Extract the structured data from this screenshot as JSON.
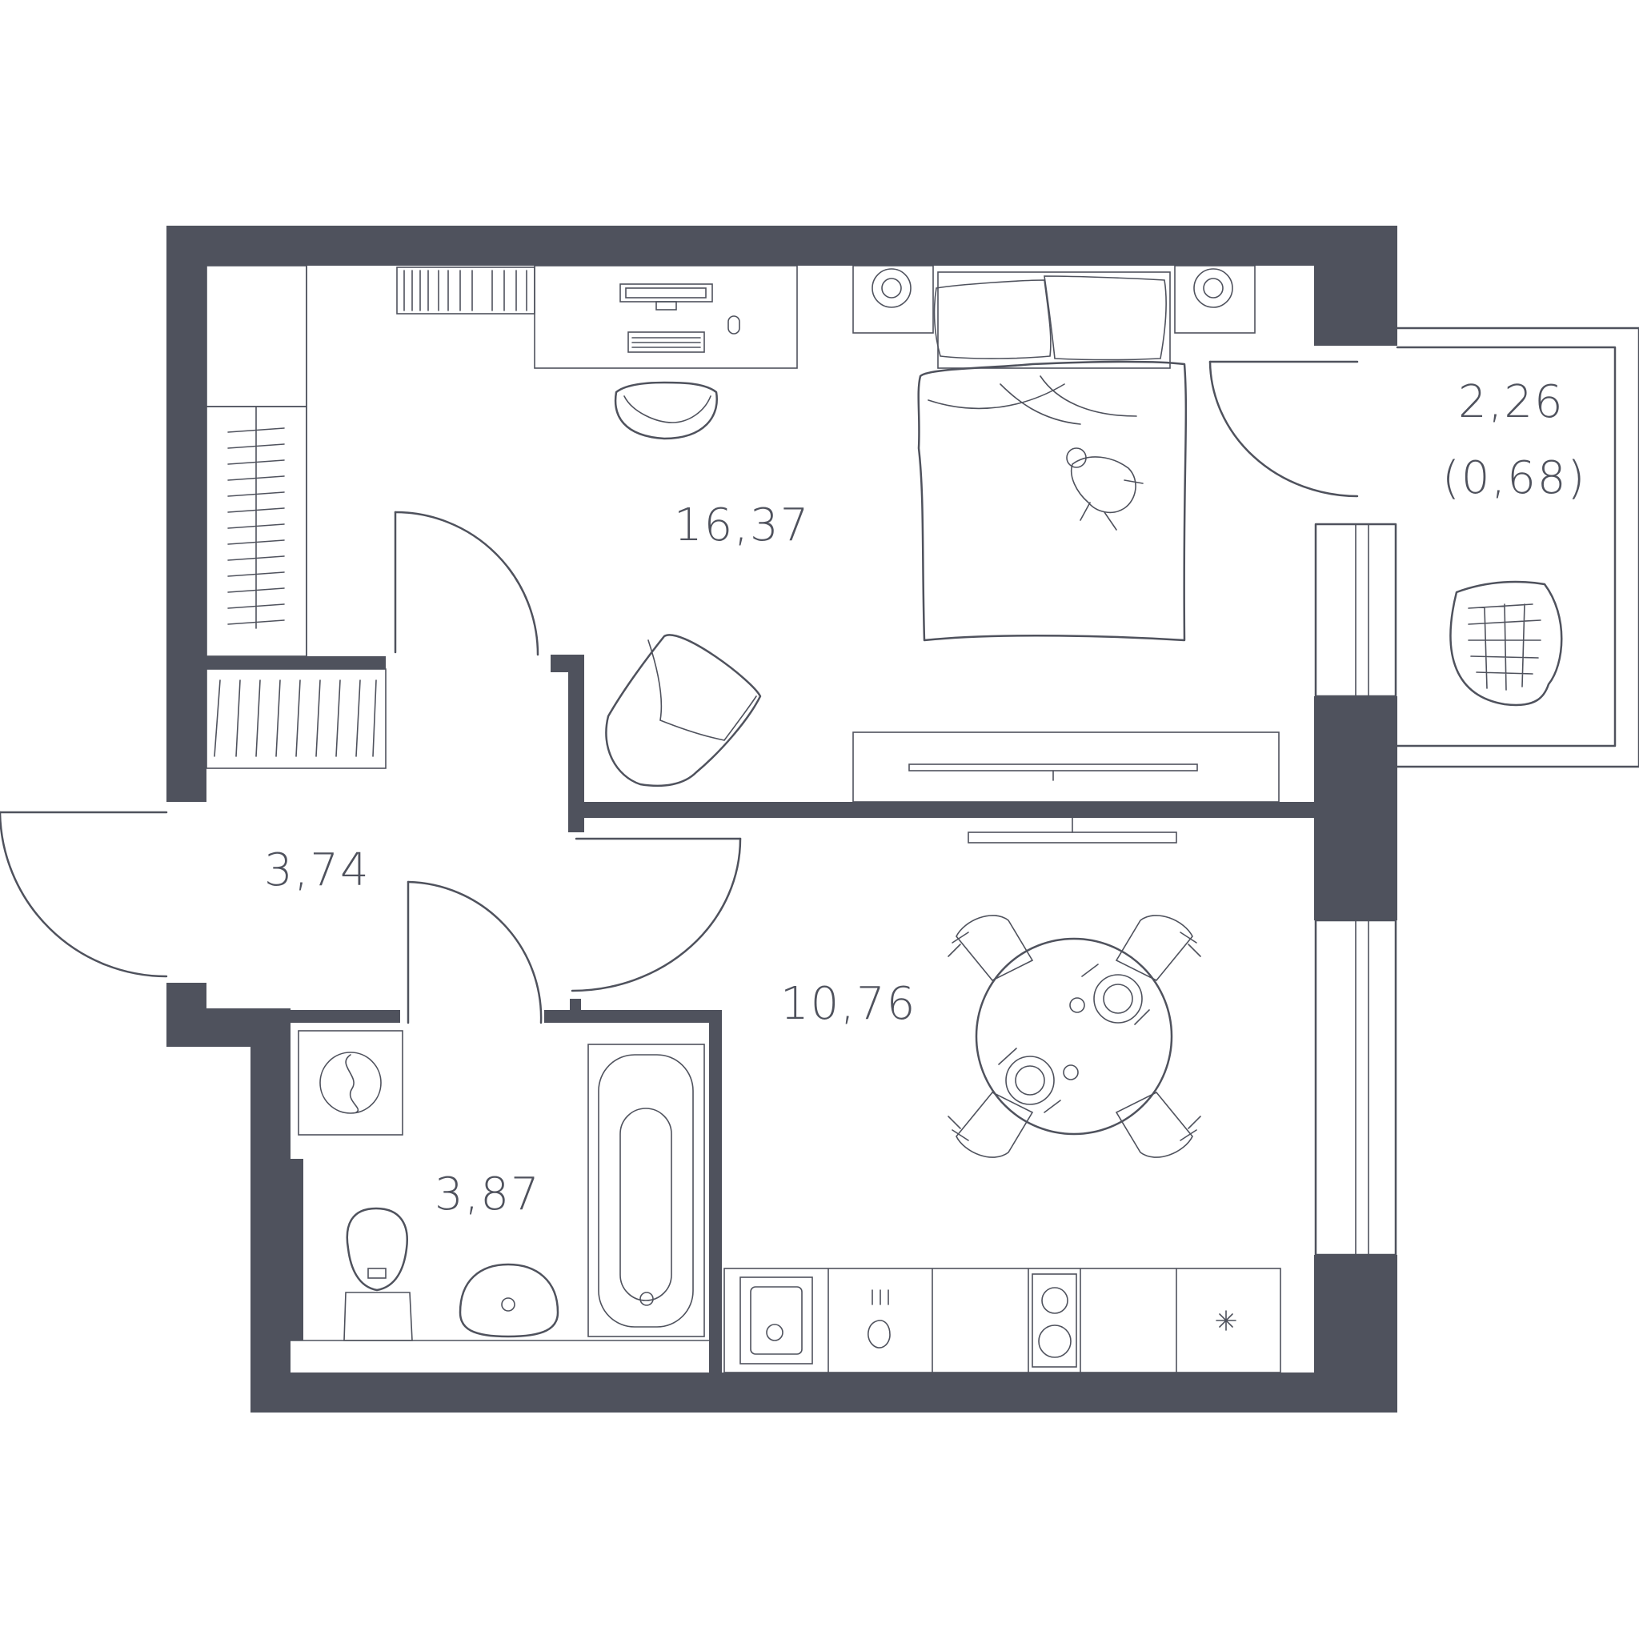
{
  "rooms": {
    "bedroom": {
      "area": "16,37"
    },
    "kitchen": {
      "area": "10,76"
    },
    "hall": {
      "area": "3,74"
    },
    "bathroom": {
      "area": "3,87"
    },
    "balcony": {
      "area": "2,26",
      "reduced_area": "(0,68)"
    }
  },
  "colors": {
    "wall": "#4f525d",
    "background": "#ffffff",
    "line": "#4f525d"
  }
}
